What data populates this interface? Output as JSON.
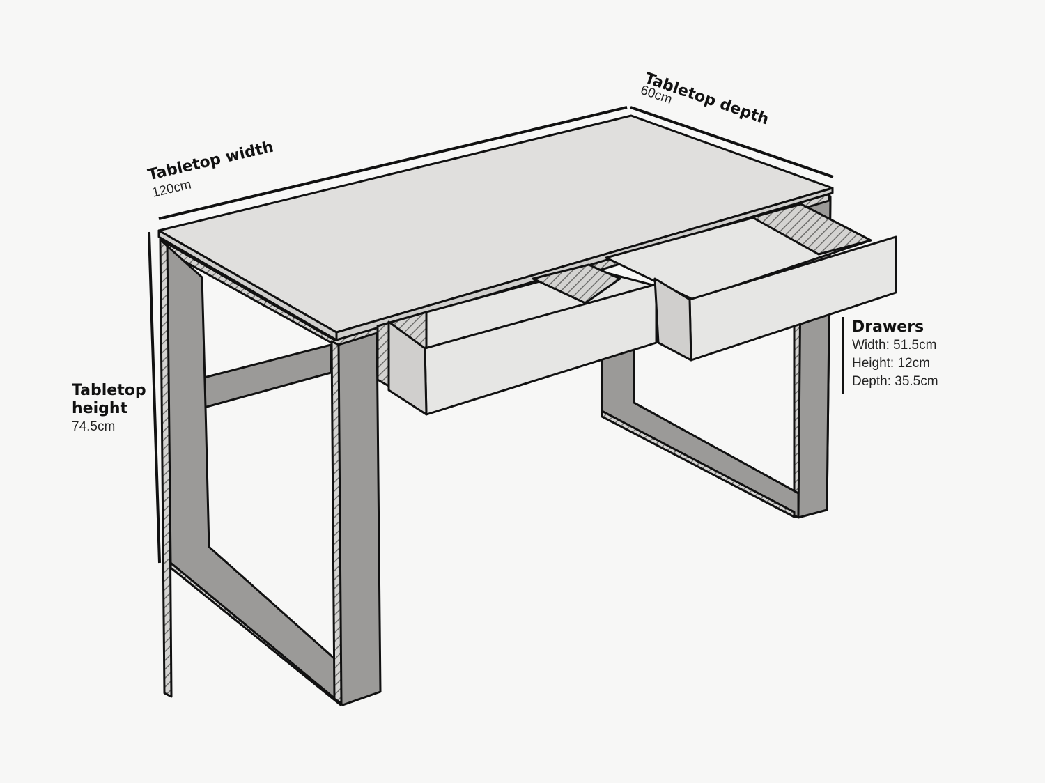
{
  "dimensions": {
    "width": {
      "title": "Tabletop width",
      "value": "120cm"
    },
    "depth": {
      "title": "Tabletop depth",
      "value": "60cm"
    },
    "height": {
      "title_line1": "Tabletop",
      "title_line2": "height",
      "value": "74.5cm"
    },
    "drawers": {
      "title": "Drawers",
      "width": "Width: 51.5cm",
      "height": "Height: 12cm",
      "depth": "Depth: 35.5cm"
    }
  },
  "colors": {
    "background": "#f7f7f6",
    "tabletop": "#e0dfdd",
    "legs": "#9b9a98",
    "drawer_face": "#e6e6e4",
    "outline": "#111111"
  }
}
